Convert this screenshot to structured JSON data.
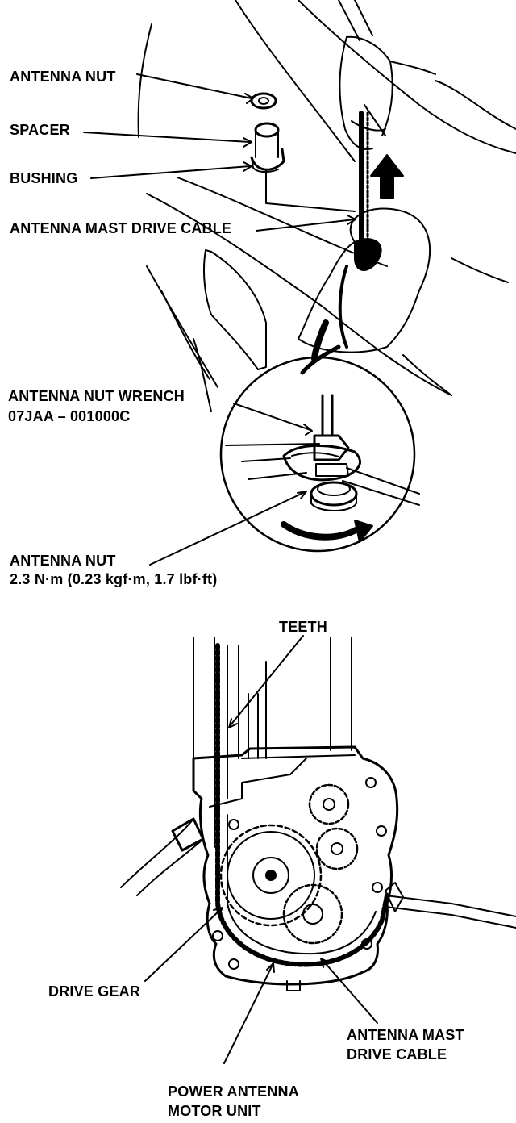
{
  "colors": {
    "ink": "#000000",
    "paper": "#ffffff"
  },
  "top_view": {
    "antenna_nut": "ANTENNA NUT",
    "spacer": "SPACER",
    "bushing": "BUSHING",
    "drive_cable": "ANTENNA MAST DRIVE CABLE",
    "wrench_name": "ANTENNA NUT WRENCH",
    "wrench_part_no": "07JAA – 001000C",
    "nut_lower": "ANTENNA NUT",
    "torque_spec": "2.3 N·m (0.23 kgf·m, 1.7 lbf·ft)"
  },
  "motor_view": {
    "teeth": "TEETH",
    "drive_gear": "DRIVE GEAR",
    "cable_line1": "ANTENNA MAST",
    "cable_line2": "DRIVE CABLE",
    "unit_line1": "POWER ANTENNA",
    "unit_line2": "MOTOR UNIT"
  }
}
